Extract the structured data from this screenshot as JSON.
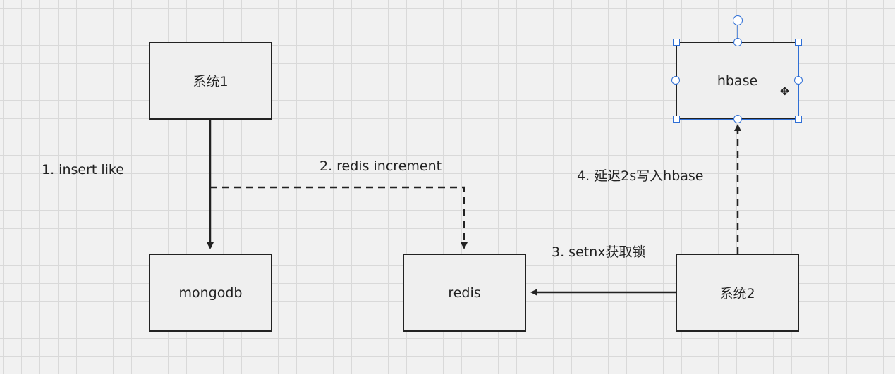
{
  "nodes": {
    "system1": "系统1",
    "mongodb": "mongodb",
    "redis": "redis",
    "system2": "系统2",
    "hbase": "hbase"
  },
  "edges": {
    "insert_like": "1. insert like",
    "redis_increment": "2. redis increment",
    "setnx_lock": "3. setnx获取锁",
    "delay_write_hbase": "4. 延迟2s写入hbase"
  },
  "icons": {
    "move_cursor": "move-cursor-icon"
  },
  "colors": {
    "canvas_bg": "#f1f1f1",
    "grid": "#d9d9d9",
    "stroke": "#222222",
    "selection": "#2f6fd6"
  }
}
